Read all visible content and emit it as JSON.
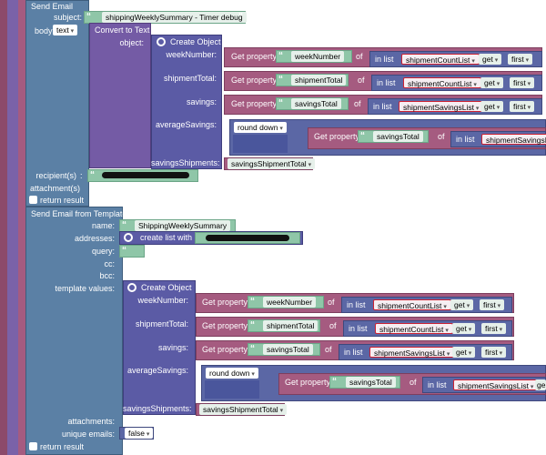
{
  "email": {
    "title": "Send Email",
    "subject_label": "subject:",
    "subject_value": "shippingWeeklySummary - Timer debug",
    "body_label": "body",
    "body_type": "text",
    "convert_label": "Convert to Text",
    "object_label": "object:",
    "create_object": "Create Object",
    "recipients_label": "recipient(s)",
    "recipients_colon": ":",
    "attachments_label": "attachment(s)",
    "return_result": "return result"
  },
  "props": {
    "get_property": "Get property",
    "of": "of",
    "in_list": "in list",
    "get": "get",
    "first": "first",
    "round_down": "round down",
    "weekNumber_label": "weekNumber:",
    "shipmentTotal_label": "shipmentTotal:",
    "savings_label": "savings:",
    "averageSavings_label": "averageSavings:",
    "savingsShipments_label": "savingsShipments:",
    "weekNumber": "weekNumber",
    "shipmentTotal": "shipmentTotal",
    "savingsTotal": "savingsTotal",
    "shipmentCountList": "shipmentCountList",
    "shipmentSavingsList": "shipmentSavingsList",
    "savingsShipmentTotal": "savingsShipmentTotal",
    "truncated_savings_list": "shipmentSavingsLis",
    "truncated_get": "ge"
  },
  "template": {
    "title": "Send Email from Template",
    "name_label": "name:",
    "name_value": "ShippingWeeklySummary",
    "addresses_label": "addresses:",
    "create_list": "create list with",
    "query_label": "query:",
    "cc_label": "cc:",
    "bcc_label": "bcc:",
    "template_values_label": "template values:",
    "attachments_label": "attachments:",
    "unique_emails_label": "unique emails:",
    "unique_emails_value": "false",
    "return_result": "return result"
  }
}
